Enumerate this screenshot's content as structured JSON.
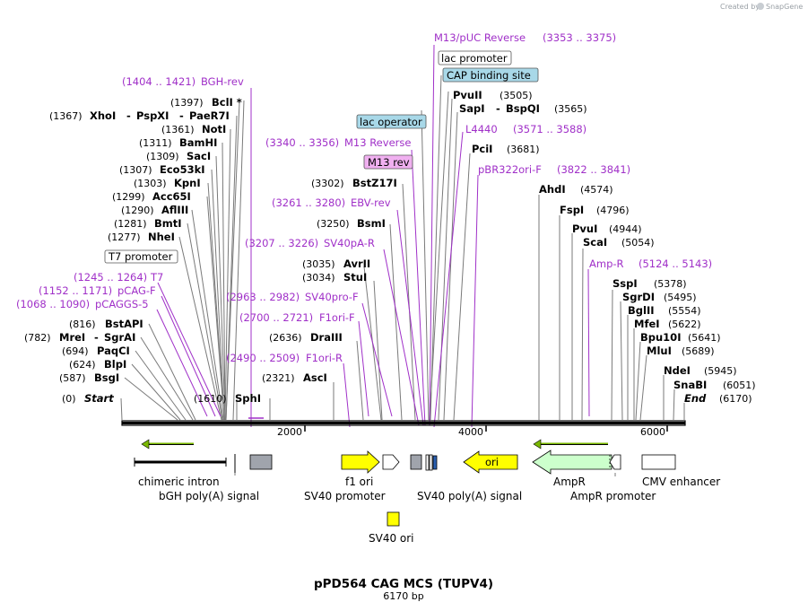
{
  "brand": {
    "created_by": "Created by",
    "name": "SnapGene"
  },
  "title": "pPD564 CAG MCS (TUPV4)",
  "subtitle": "6170 bp",
  "ruler": {
    "ticks": [
      "2000",
      "4000",
      "6000"
    ]
  },
  "colors": {
    "primer": "#a030c8",
    "backbone": "#000000",
    "arrow_green": "#7ab800",
    "yellow": "#ffff00",
    "ampr": "#ccffcc",
    "lac_box": "#a8d8e8",
    "m13_box": "#f0b0f0",
    "gray": "#a0a4ac"
  },
  "labels": {
    "bgh_rev_pos": "(1404 .. 1421)",
    "bgh_rev": "BGH-rev",
    "bcli_pos": "(1397)",
    "bcli": "BclI *",
    "xhoi_pos": "(1367)",
    "xhoi": "XhoI",
    "sep1": "-",
    "pspxi": "PspXI",
    "sep2": "-",
    "pae": "PaeR7I",
    "noti_pos": "(1361)",
    "noti": "NotI",
    "bamhi_pos": "(1311)",
    "bamhi": "BamHI",
    "saci_pos": "(1309)",
    "saci": "SacI",
    "eco_pos": "(1307)",
    "eco": "Eco53kI",
    "kpni_pos": "(1303)",
    "kpni": "KpnI",
    "acc_pos": "(1299)",
    "acc": "Acc65I",
    "afl_pos": "(1290)",
    "afl": "AflIII",
    "bmt_pos": "(1281)",
    "bmt": "BmtI",
    "nhe_pos": "(1277)",
    "nhe": "NheI",
    "t7prom": "T7 promoter",
    "t7_pos": "(1245 .. 1264)",
    "t7": "T7",
    "pcagf_pos": "(1152 .. 1171)",
    "pcagf": "pCAG-F",
    "pcaggs_pos": "(1068 .. 1090)",
    "pcaggs": "pCAGGS-5",
    "bstapi_pos": "(816)",
    "bstapi": "BstAPI",
    "mrei_pos": "(782)",
    "mrei": "MreI",
    "sep3": "-",
    "sgrai": "SgrAI",
    "paqci_pos": "(694)",
    "paqci": "PaqCI",
    "blpi_pos": "(624)",
    "blpi": "BlpI",
    "bsgi_pos": "(587)",
    "bsgi": "BsgI",
    "start_pos": "(0)",
    "start": "Start",
    "sphi_pos": "(1610)",
    "sphi": "SphI",
    "m13puc": "M13/pUC Reverse",
    "m13puc_pos": "(3353 .. 3375)",
    "lacprom": "lac promoter",
    "cap": "CAP binding site",
    "pvuii": "PvuII",
    "pvuii_pos": "(3505)",
    "sapi": "SapI",
    "sep4": "-",
    "bspqi": "BspQI",
    "sapi_pos": "(3565)",
    "lacop": "lac operator",
    "l4440": "L4440",
    "l4440_pos": "(3571 .. 3588)",
    "m13rev_pos": "(3340 .. 3356)",
    "m13rev": "M13 Reverse",
    "pcii": "PciI",
    "pcii_pos": "(3681)",
    "m13revbox": "M13 rev",
    "pbr": "pBR322ori-F",
    "pbr_pos": "(3822 .. 3841)",
    "bstz_pos": "(3302)",
    "bstz": "BstZ17I",
    "ahdi": "AhdI",
    "ahdi_pos": "(4574)",
    "ebv_pos": "(3261 .. 3280)",
    "ebv": "EBV-rev",
    "fspi": "FspI",
    "fspi_pos": "(4796)",
    "bsmi_pos": "(3250)",
    "bsmi": "BsmI",
    "pvui": "PvuI",
    "pvui_pos": "(4944)",
    "sv40pa_pos": "(3207 .. 3226)",
    "sv40pa": "SV40pA-R",
    "scai": "ScaI",
    "scai_pos": "(5054)",
    "avrii_pos": "(3035)",
    "avrii": "AvrII",
    "ampr_primer": "Amp-R",
    "ampr_primer_pos": "(5124 .. 5143)",
    "stui_pos": "(3034)",
    "stui": "StuI",
    "sspi": "SspI",
    "sspi_pos": "(5378)",
    "sv40pro_pos": "(2963 .. 2982)",
    "sv40pro": "SV40pro-F",
    "sgrdi": "SgrDI",
    "sgrdi_pos": "(5495)",
    "bglii": "BglII",
    "bglii_pos": "(5554)",
    "f1orif_pos": "(2700 .. 2721)",
    "f1orif": "F1ori-F",
    "mfei": "MfeI",
    "mfei_pos": "(5622)",
    "draiii_pos": "(2636)",
    "draiii": "DraIII",
    "bpu": "Bpu10I",
    "bpu_pos": "(5641)",
    "f1orir_pos": "(2490 .. 2509)",
    "f1orir": "F1ori-R",
    "mlui": "MluI",
    "mlui_pos": "(5689)",
    "asci_pos": "(2321)",
    "asci": "AscI",
    "ndei": "NdeI",
    "ndei_pos": "(5945)",
    "snabi": "SnaBI",
    "snabi_pos": "(6051)",
    "end": "End",
    "end_pos": "(6170)"
  },
  "features": {
    "chimeric_intron": "chimeric intron",
    "bgh_polya": "bGH poly(A) signal",
    "f1_ori": "f1 ori",
    "sv40_promoter": "SV40 promoter",
    "sv40_polya": "SV40 poly(A) signal",
    "ori": "ori",
    "ampr": "AmpR",
    "ampr_promoter": "AmpR promoter",
    "cmv_enhancer": "CMV enhancer",
    "sv40_ori": "SV40 ori"
  }
}
